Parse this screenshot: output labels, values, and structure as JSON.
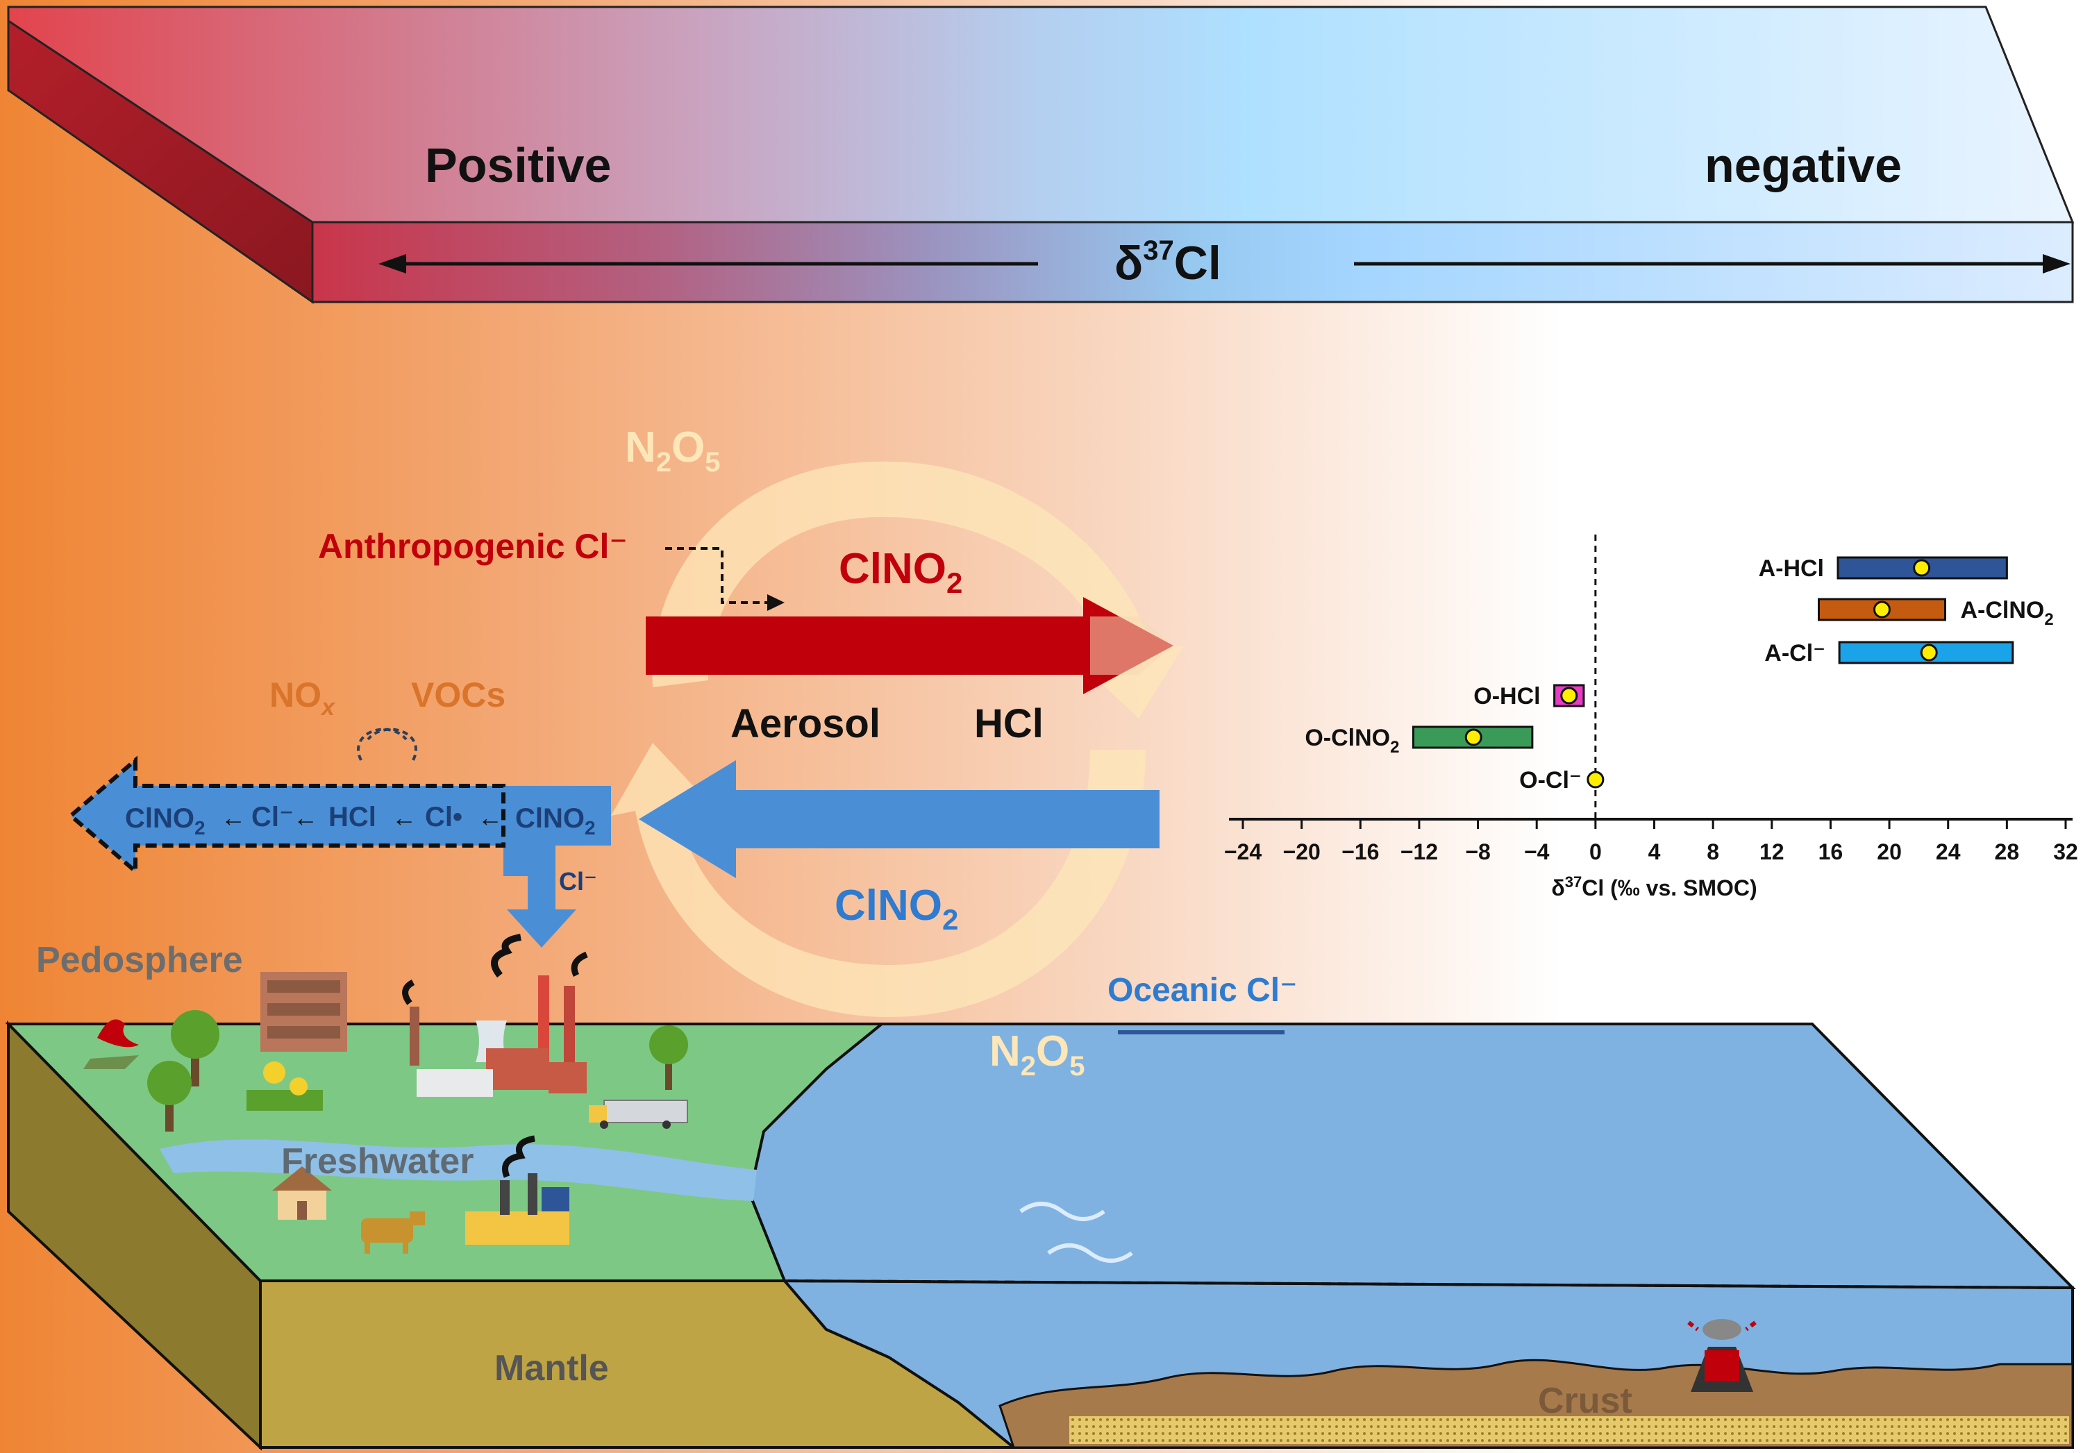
{
  "colors": {
    "warm": "#f08a3c",
    "red_band": "#e04a55",
    "blue_band": "#aee0ff",
    "land": "#7ec885",
    "ocean": "#7fb2e0",
    "mantle": "#bfa445",
    "crust": "#a77a4c",
    "atmos_red": "#c0000a",
    "atmos_blue": "#4a8fd6",
    "n2o5": "#fde7b8",
    "text_blue": "#2e7bd0",
    "text_orange": "#d9742b"
  },
  "gradient_bar": {
    "positive_label": "Positive",
    "negative_label": "negative",
    "axis_label_main": "δ",
    "axis_label_sup": "37",
    "axis_label_tail": "Cl"
  },
  "atmosphere": {
    "n2o5_top": {
      "main": "N",
      "sub1": "2",
      "mid": "O",
      "sub2": "5"
    },
    "n2o5_bottom": {
      "main": "N",
      "sub1": "2",
      "mid": "O",
      "sub2": "5"
    },
    "anthropogenic_label": "Anthropogenic Cl⁻",
    "clno2_red": {
      "main": "ClNO",
      "sub": "2"
    },
    "aerosol_label": "Aerosol",
    "hcl_label": "HCl",
    "clno2_blue": {
      "main": "ClNO",
      "sub": "2"
    },
    "nox": {
      "main": "NO",
      "sub": "x"
    },
    "vocs_label": "VOCs",
    "chain": {
      "c1": "ClNO",
      "c1_sub": "2",
      "c2": "Cl⁻",
      "c3": "HCl",
      "c4": "Cl•",
      "c5": "ClNO",
      "c5_sub": "2"
    },
    "cl_deposit_label": "Cl⁻"
  },
  "surface": {
    "pedosphere_label": "Pedosphere",
    "freshwater_label": "Freshwater",
    "oceanic_label": "Oceanic Cl⁻",
    "mantle_label": "Mantle",
    "crust_label": "Crust"
  },
  "chart_data": {
    "type": "range",
    "xlabel": "δ37Cl (‰ vs. SMOC)",
    "xlabel_parts": {
      "main": "δ",
      "sup": "37",
      "tail": "Cl (‰ vs. SMOC)"
    },
    "xlim": [
      -24,
      32
    ],
    "x_ticks": [
      -24,
      -20,
      -16,
      -12,
      -8,
      -4,
      0,
      4,
      8,
      12,
      16,
      20,
      24,
      28,
      32
    ],
    "x_tick_labels": [
      "−24",
      "−20",
      "−16",
      "−12",
      "−8",
      "−4",
      "0",
      "4",
      "8",
      "12",
      "16",
      "20",
      "24",
      "28",
      "32"
    ],
    "reference_line": 0,
    "series": [
      {
        "label": "A-HCl",
        "min": 16.5,
        "max": 28.0,
        "mean": 22.2,
        "color": "#2e5597",
        "label_side": "left"
      },
      {
        "label": "A-ClNO",
        "label_sub": "2",
        "min": 15.2,
        "max": 23.8,
        "mean": 19.5,
        "color": "#c55a11",
        "label_side": "right"
      },
      {
        "label": "A-Cl⁻",
        "min": 16.6,
        "max": 28.4,
        "mean": 22.7,
        "color": "#1aa3e8",
        "label_side": "left"
      },
      {
        "label": "O-HCl",
        "min": -2.8,
        "max": -0.8,
        "mean": -1.8,
        "color": "#e83cc7",
        "label_side": "left"
      },
      {
        "label": "O-ClNO",
        "label_sub": "2",
        "min": -12.4,
        "max": -4.3,
        "mean": -8.3,
        "color": "#3a9b59",
        "label_side": "left"
      },
      {
        "label": "O-Cl⁻",
        "min": 0,
        "max": 0,
        "mean": 0,
        "color": "#ffee00",
        "label_side": "left"
      }
    ],
    "mean_marker_color": "#ffee00"
  }
}
